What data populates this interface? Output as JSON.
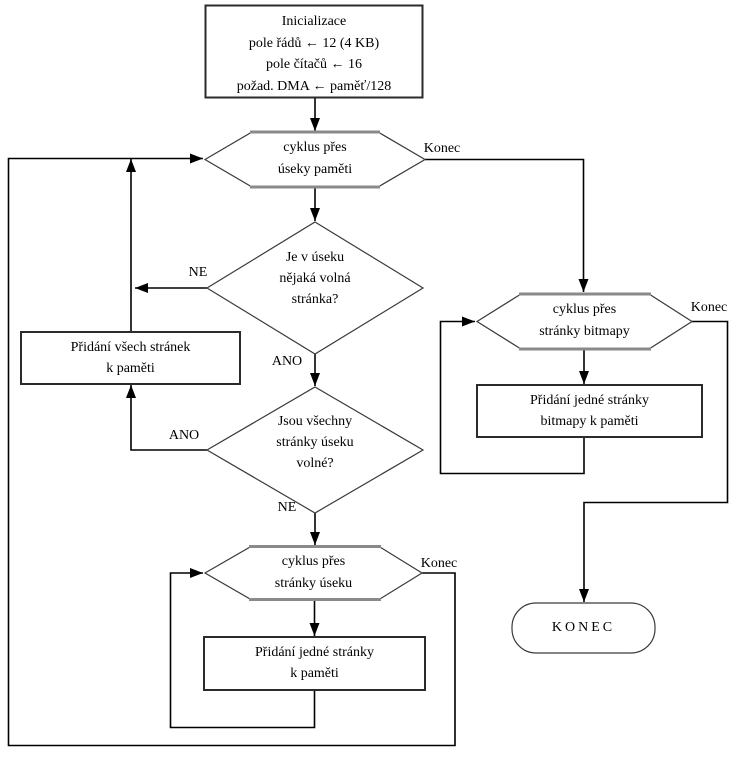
{
  "appearance": {
    "background": "#ffffff",
    "connector_color": "#000000",
    "shape_border_color": "#2b2b2b",
    "hexagon_horizontal_edge_color": "#8a8a8a",
    "text_color": "#000000"
  },
  "nodes": {
    "init": {
      "lines": [
        "Inicializace",
        "pole řádů ← 12 (4 KB)",
        "pole čítačů ← 16",
        "požad. DMA ← paměť/128"
      ]
    },
    "loop_segments": {
      "lines": [
        "cyklus přes",
        "úseky paměti"
      ]
    },
    "decision_free_page": {
      "lines": [
        "Je v úseku",
        "nějaká volná",
        "stránka?"
      ]
    },
    "add_all_pages": {
      "lines": [
        "Přidání všech stránek",
        "k paměti"
      ]
    },
    "decision_all_free": {
      "lines": [
        "Jsou všechny",
        "stránky úseku",
        "volné?"
      ]
    },
    "loop_pages": {
      "lines": [
        "cyklus přes",
        "stránky úseku"
      ]
    },
    "add_one_page": {
      "lines": [
        "Přidání jedné stránky",
        "k paměti"
      ]
    },
    "loop_bitmap": {
      "lines": [
        "cyklus přes",
        "stránky bitmapy"
      ]
    },
    "add_bitmap_page": {
      "lines": [
        "Přidání jedné stránky",
        "bitmapy k paměti"
      ]
    },
    "end": {
      "label": "KONEC"
    }
  },
  "edge_labels": {
    "loop_segments_end": "Konec",
    "free_page_no": "NE",
    "free_page_yes": "ANO",
    "all_free_yes": "ANO",
    "all_free_no": "NE",
    "loop_pages_end": "Konec",
    "loop_bitmap_end": "Konec"
  }
}
